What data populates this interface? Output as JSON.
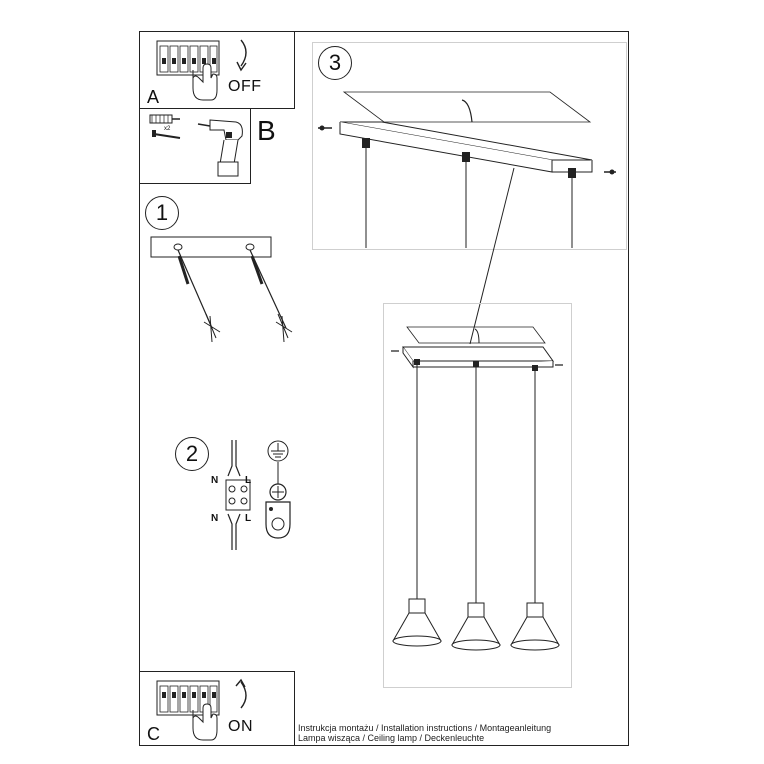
{
  "step_a": {
    "letter": "A",
    "action": "OFF"
  },
  "step_b": {
    "letter": "B",
    "count": "x2"
  },
  "step_1": {
    "number": "1"
  },
  "step_2": {
    "number": "2",
    "wire_labels": {
      "n_top": "N",
      "l_top": "L",
      "n_bottom": "N",
      "l_bottom": "L"
    }
  },
  "step_3": {
    "number": "3"
  },
  "step_c": {
    "letter": "C",
    "action": "ON"
  },
  "footer": {
    "line1": "Instrukcja montażu / Installation instructions / Montageanleitung",
    "line2": "Lampa wisząca / Ceiling lamp / Deckenleuchte"
  }
}
